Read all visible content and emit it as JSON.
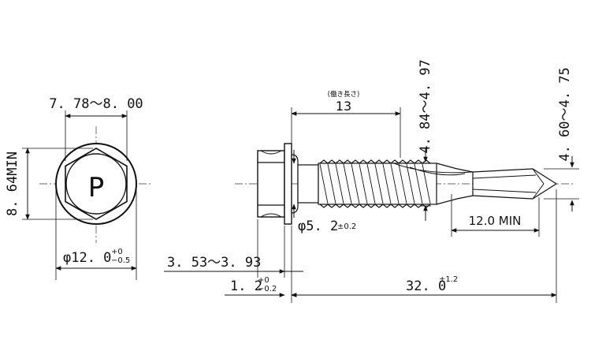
{
  "head_view": {
    "mark": "P",
    "across_flats": "7. 78～8. 00",
    "across_corners": "8. 64MIN",
    "washer_dia_main": "φ12. 0",
    "washer_tol_upper": "+0",
    "washer_tol_lower": "−0.5"
  },
  "side_view": {
    "working_length_note": "(働き長さ)",
    "working_length": "13",
    "thread_dia": "4. 84～4. 97",
    "drill_dia": "4. 60～4. 75",
    "shank_dia_main": "φ5. 2",
    "shank_dia_tol": "±0.2",
    "drill_length": "12.0 MIN",
    "head_height": "3. 53～3. 93",
    "washer_thk_main": "1. 2",
    "washer_thk_upper": "+0",
    "washer_thk_lower": "−0.2",
    "total_length_main": "32. 0",
    "total_length_tol": "±1.2"
  },
  "colors": {
    "line": "#111111",
    "part_fill": "#ffffff"
  }
}
